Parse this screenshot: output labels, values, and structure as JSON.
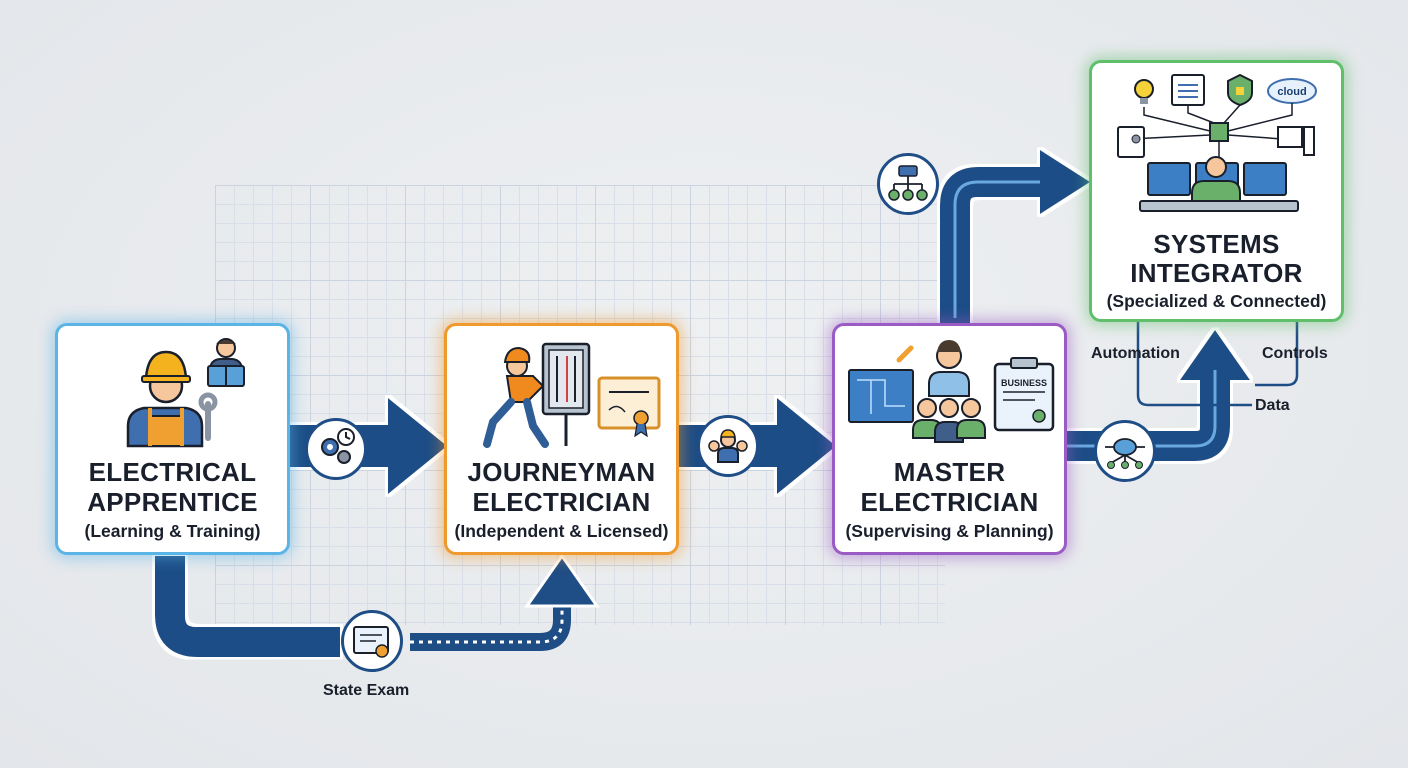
{
  "stages": {
    "apprentice": {
      "title_line1": "ELECTRICAL",
      "title_line2": "APPRENTICE",
      "subtitle": "(Learning & Training)"
    },
    "journeyman": {
      "title_line1": "JOURNEYMAN",
      "title_line2": "ELECTRICIAN",
      "subtitle": "(Independent & Licensed)"
    },
    "master": {
      "title_line1": "MASTER",
      "title_line2": "ELECTRICIAN",
      "subtitle": "(Supervising & Planning)"
    },
    "integrator": {
      "title_line1": "SYSTEMS",
      "title_line2": "INTEGRATOR",
      "subtitle": "(Specialized & Connected)"
    }
  },
  "labels": {
    "state_exam": "State Exam",
    "automation": "Automation",
    "controls": "Controls",
    "data": "Data"
  },
  "integrator_icons": {
    "cloud": "cloud",
    "business": "BUSINESS"
  },
  "colors": {
    "arrow": "#1f4d86",
    "apprentice": "#5bb4e6",
    "journeyman": "#ee9a2e",
    "master": "#9a5cc4",
    "integrator": "#5fbf6a"
  }
}
